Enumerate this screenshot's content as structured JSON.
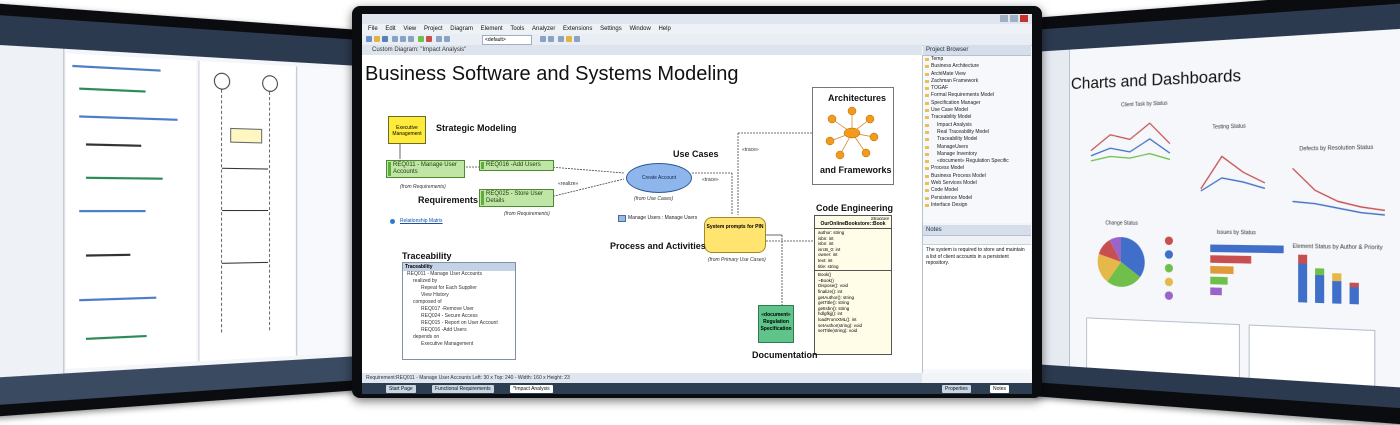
{
  "colors": {
    "accent": "#2b579a",
    "req_green": "#bfe6a4",
    "class_yellow": "#fff3a0",
    "ellipse_blue": "#8eb6ec",
    "doc_green": "#5ec48a",
    "star_orange": "#f39a1c"
  },
  "main_window": {
    "menu": [
      "File",
      "Edit",
      "View",
      "Project",
      "Diagram",
      "Element",
      "Tools",
      "Analyzer",
      "Extensions",
      "Settings",
      "Window",
      "Help"
    ],
    "toolbar_dropdown": "<default>",
    "diagram_tab": "Custom Diagram: \"Impact Analysis\"",
    "diagram_title": "Business Software and Systems Modeling",
    "sections": {
      "strategic": "Strategic Modeling",
      "use_cases": "Use Cases",
      "architectures": "Architectures",
      "frameworks": "and Frameworks",
      "requirements": "Requirements",
      "code_engineering": "Code Engineering",
      "traceability": "Traceability",
      "process": "Process and Activities",
      "documentation": "Documentation"
    },
    "executive": "Executive Management",
    "req_manage": "REQ011 - Manage User Accounts",
    "req_manage_from": "(from Requirements)",
    "req_add": "REQ016 -Add Users",
    "req_store": "REQ025 - Store User Details",
    "req_store_from": "(from Requirements)",
    "relationship_matrix": "Relationship Matrix",
    "create_account": "Create Account",
    "from_use_cases": "(from Use Cases)",
    "realize": "«realize»",
    "trace1": "«trace»",
    "trace2": "«trace»",
    "manage_users": "Manage Users : Manage Users",
    "system_prompts": "System prompts for PIN",
    "from_primary": "(from Primary Use Cases)",
    "regulation": "«document» Regulation Specification",
    "class_box": {
      "stereotype": "Structure",
      "name": "OurOnlineBookstore::Book",
      "attributes": [
        "author: string",
        "isbn: int",
        "isbn: int",
        "isrcB_0: int",
        "owner: int",
        "text: int",
        "title: string"
      ],
      "operations": [
        "Book()",
        "~Book()",
        "Dispose(): void",
        "finalize(): int",
        "getAuthor(): string",
        "getTitle(): string",
        "getIsbn(): string",
        "hdlgfkjj(): int",
        "loadFromXML(): int",
        "setAuthor(string): void",
        "setTitle(string): void"
      ]
    },
    "traceability_panel": {
      "title": "Traceability",
      "root": "REQ011 - Manage User Accounts",
      "realized_by": "realized by",
      "realized_items": [
        "Repeat for Each Supplier",
        "View History"
      ],
      "composed_of": "composed of",
      "composed_items": [
        "REQ017 -Remove User",
        "REQ024 - Secure Access",
        "REQ015 - Report on User Account",
        "REQ016 -Add Users"
      ],
      "depends_on": "depends on",
      "depends_items": [
        "Executive Management"
      ]
    },
    "project_browser": {
      "title": "Project Browser",
      "items": [
        "Temp",
        "Business Architecture",
        "ArchiMate View",
        "Zachman Framework",
        "TOGAF",
        "Formal Requirements Model",
        "Specification Manager",
        "Use Case Model",
        "Traceability Model",
        "Impact Analysis",
        "Real Traceability Model",
        "Traceability Model",
        "ManageUsers",
        "Manage Inventory",
        "«document» Regulation Specific",
        "Process Model",
        "Business Process Model",
        "Web Services Model",
        "Code Model",
        "Persistence Model",
        "Interface Design"
      ]
    },
    "notes": {
      "title": "Notes",
      "text": "The system is required to store and maintain a list of client accounts in a persistent repository."
    },
    "status": "Requirement:REQ011 - Manage User Accounts   Left: 30 x Top: 240 - Width: 160 x Height: 23",
    "doc_tabs": [
      "Start Page",
      "Functional Requirements",
      "*Impact Analysis"
    ],
    "panel_tabs": [
      "Properties",
      "Notes"
    ]
  },
  "right_window": {
    "title": "Charts and Dashboards",
    "chart_titles": [
      "Client Task by Status",
      "Testing Status",
      "Defects by Resolution Status",
      "Change Status",
      "Issues by Status",
      "Element Status by Author & Priority"
    ],
    "pie": {
      "values": [
        35,
        25,
        20,
        12,
        8
      ],
      "colors": [
        "#3f6fc8",
        "#6fbf4a",
        "#e6b84a",
        "#c84f4f",
        "#9a64c8"
      ]
    },
    "bars": {
      "values": [
        62,
        35,
        20,
        15,
        10
      ],
      "colors": [
        "#3f6fc8",
        "#c84f4f",
        "#e09a3a",
        "#6fbf4a",
        "#9a64c8"
      ]
    }
  }
}
